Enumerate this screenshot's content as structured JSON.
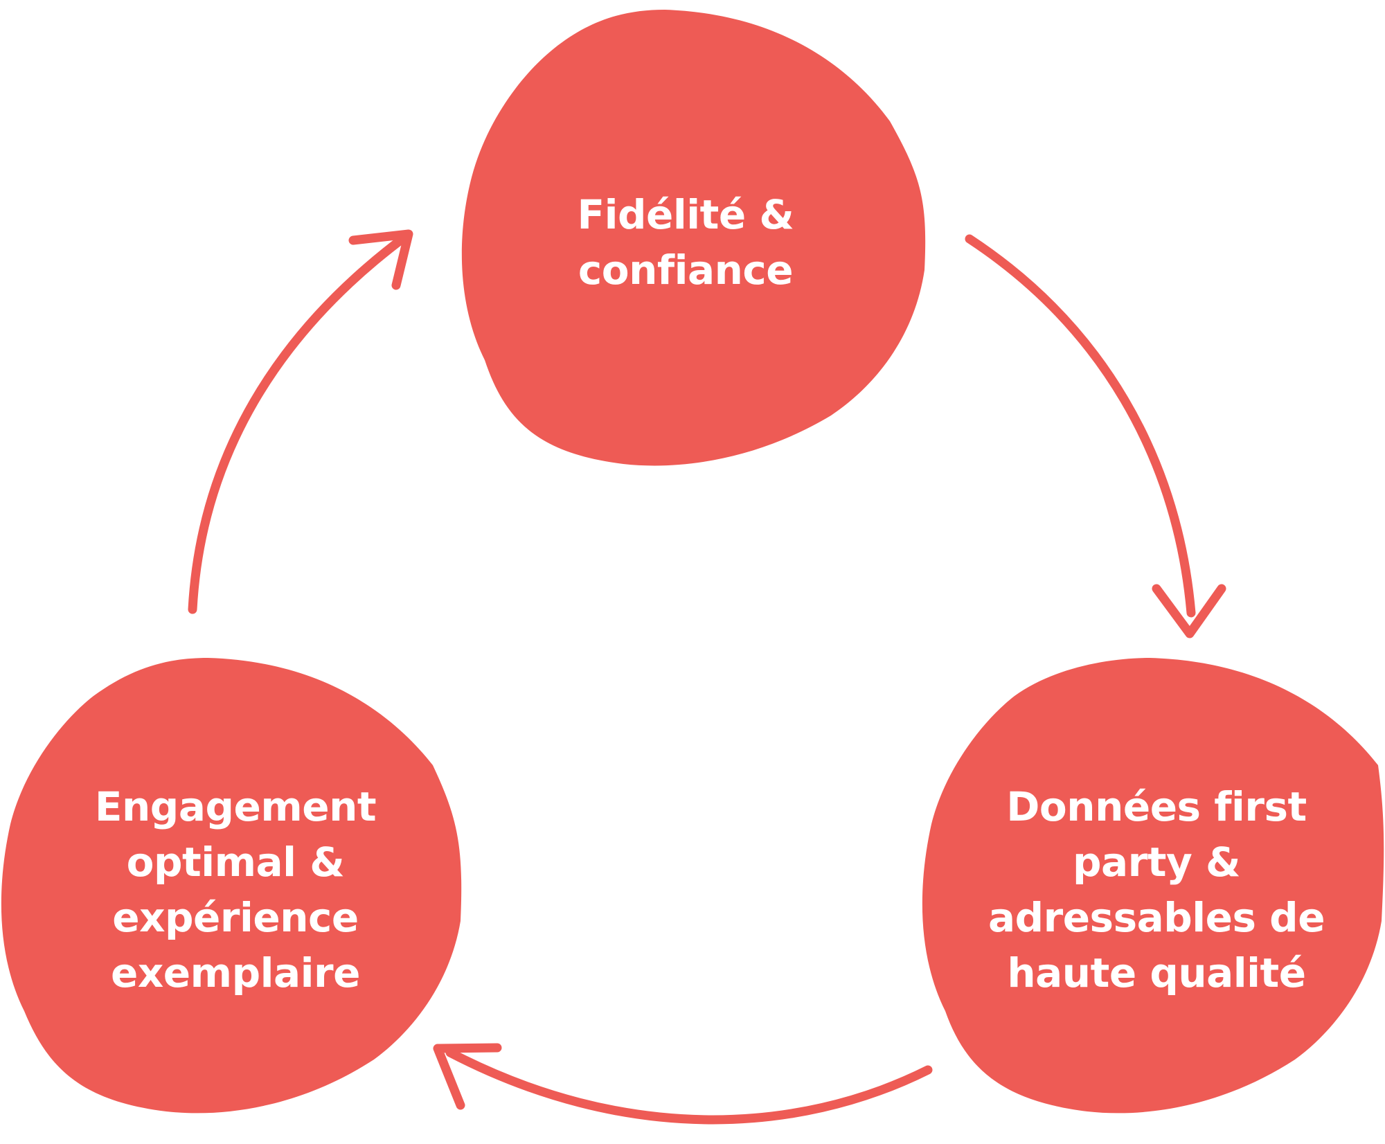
{
  "nodes": {
    "top": {
      "lines": [
        "Fidélité &",
        "confiance"
      ]
    },
    "right": {
      "lines": [
        "Données first",
        "party &",
        "adressables de",
        "haute qualité"
      ]
    },
    "left": {
      "lines": [
        "Engagement",
        "optimal &",
        "expérience",
        "exemplaire"
      ]
    }
  },
  "colors": {
    "blob": "#EE5B55",
    "arrow": "#EE5B55",
    "text": "#FFFFFF",
    "background": "#FFFFFF"
  },
  "flow": [
    "top",
    "right",
    "left",
    "top"
  ]
}
